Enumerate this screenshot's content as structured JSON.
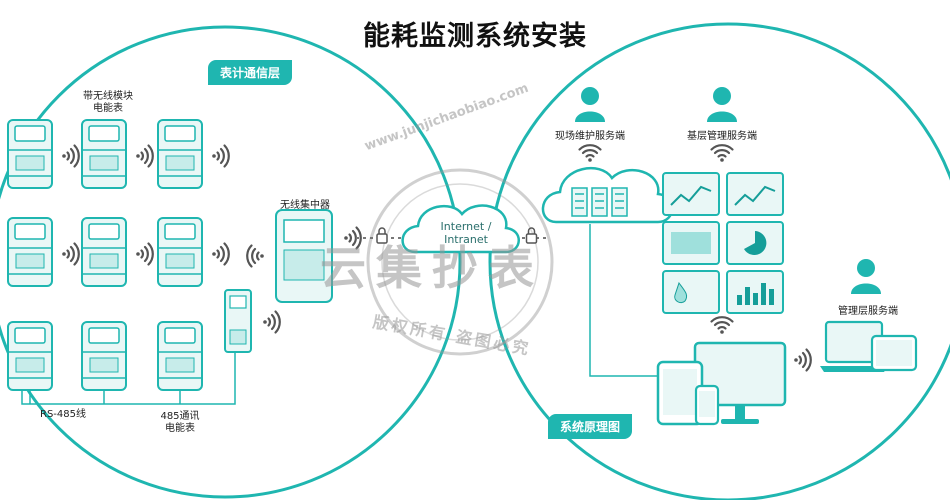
{
  "title": "能耗监测系统安装",
  "left_panel": {
    "badge": "表计通信层",
    "wireless_module_meter": [
      "带无线模块",
      "电能表"
    ],
    "wireless_concentrator": "无线集中器",
    "rs485_line": "RS-485线",
    "rs485_meter": [
      "485通讯",
      "电能表"
    ]
  },
  "network": {
    "cloud_line1": "Internet /",
    "cloud_line2": "Intranet"
  },
  "right_panel": {
    "badge": "系统原理图",
    "field_service": "现场维护服务端",
    "base_service": "基层管理服务端",
    "mgmt_service": "管理层服务端"
  },
  "watermark": {
    "url": "www.junjichaobiao.com",
    "brand": "云集抄表",
    "rights": "版权所有 盗图必究"
  },
  "colors": {
    "accent": "#1fb6b0",
    "accent_dark": "#159e99"
  }
}
